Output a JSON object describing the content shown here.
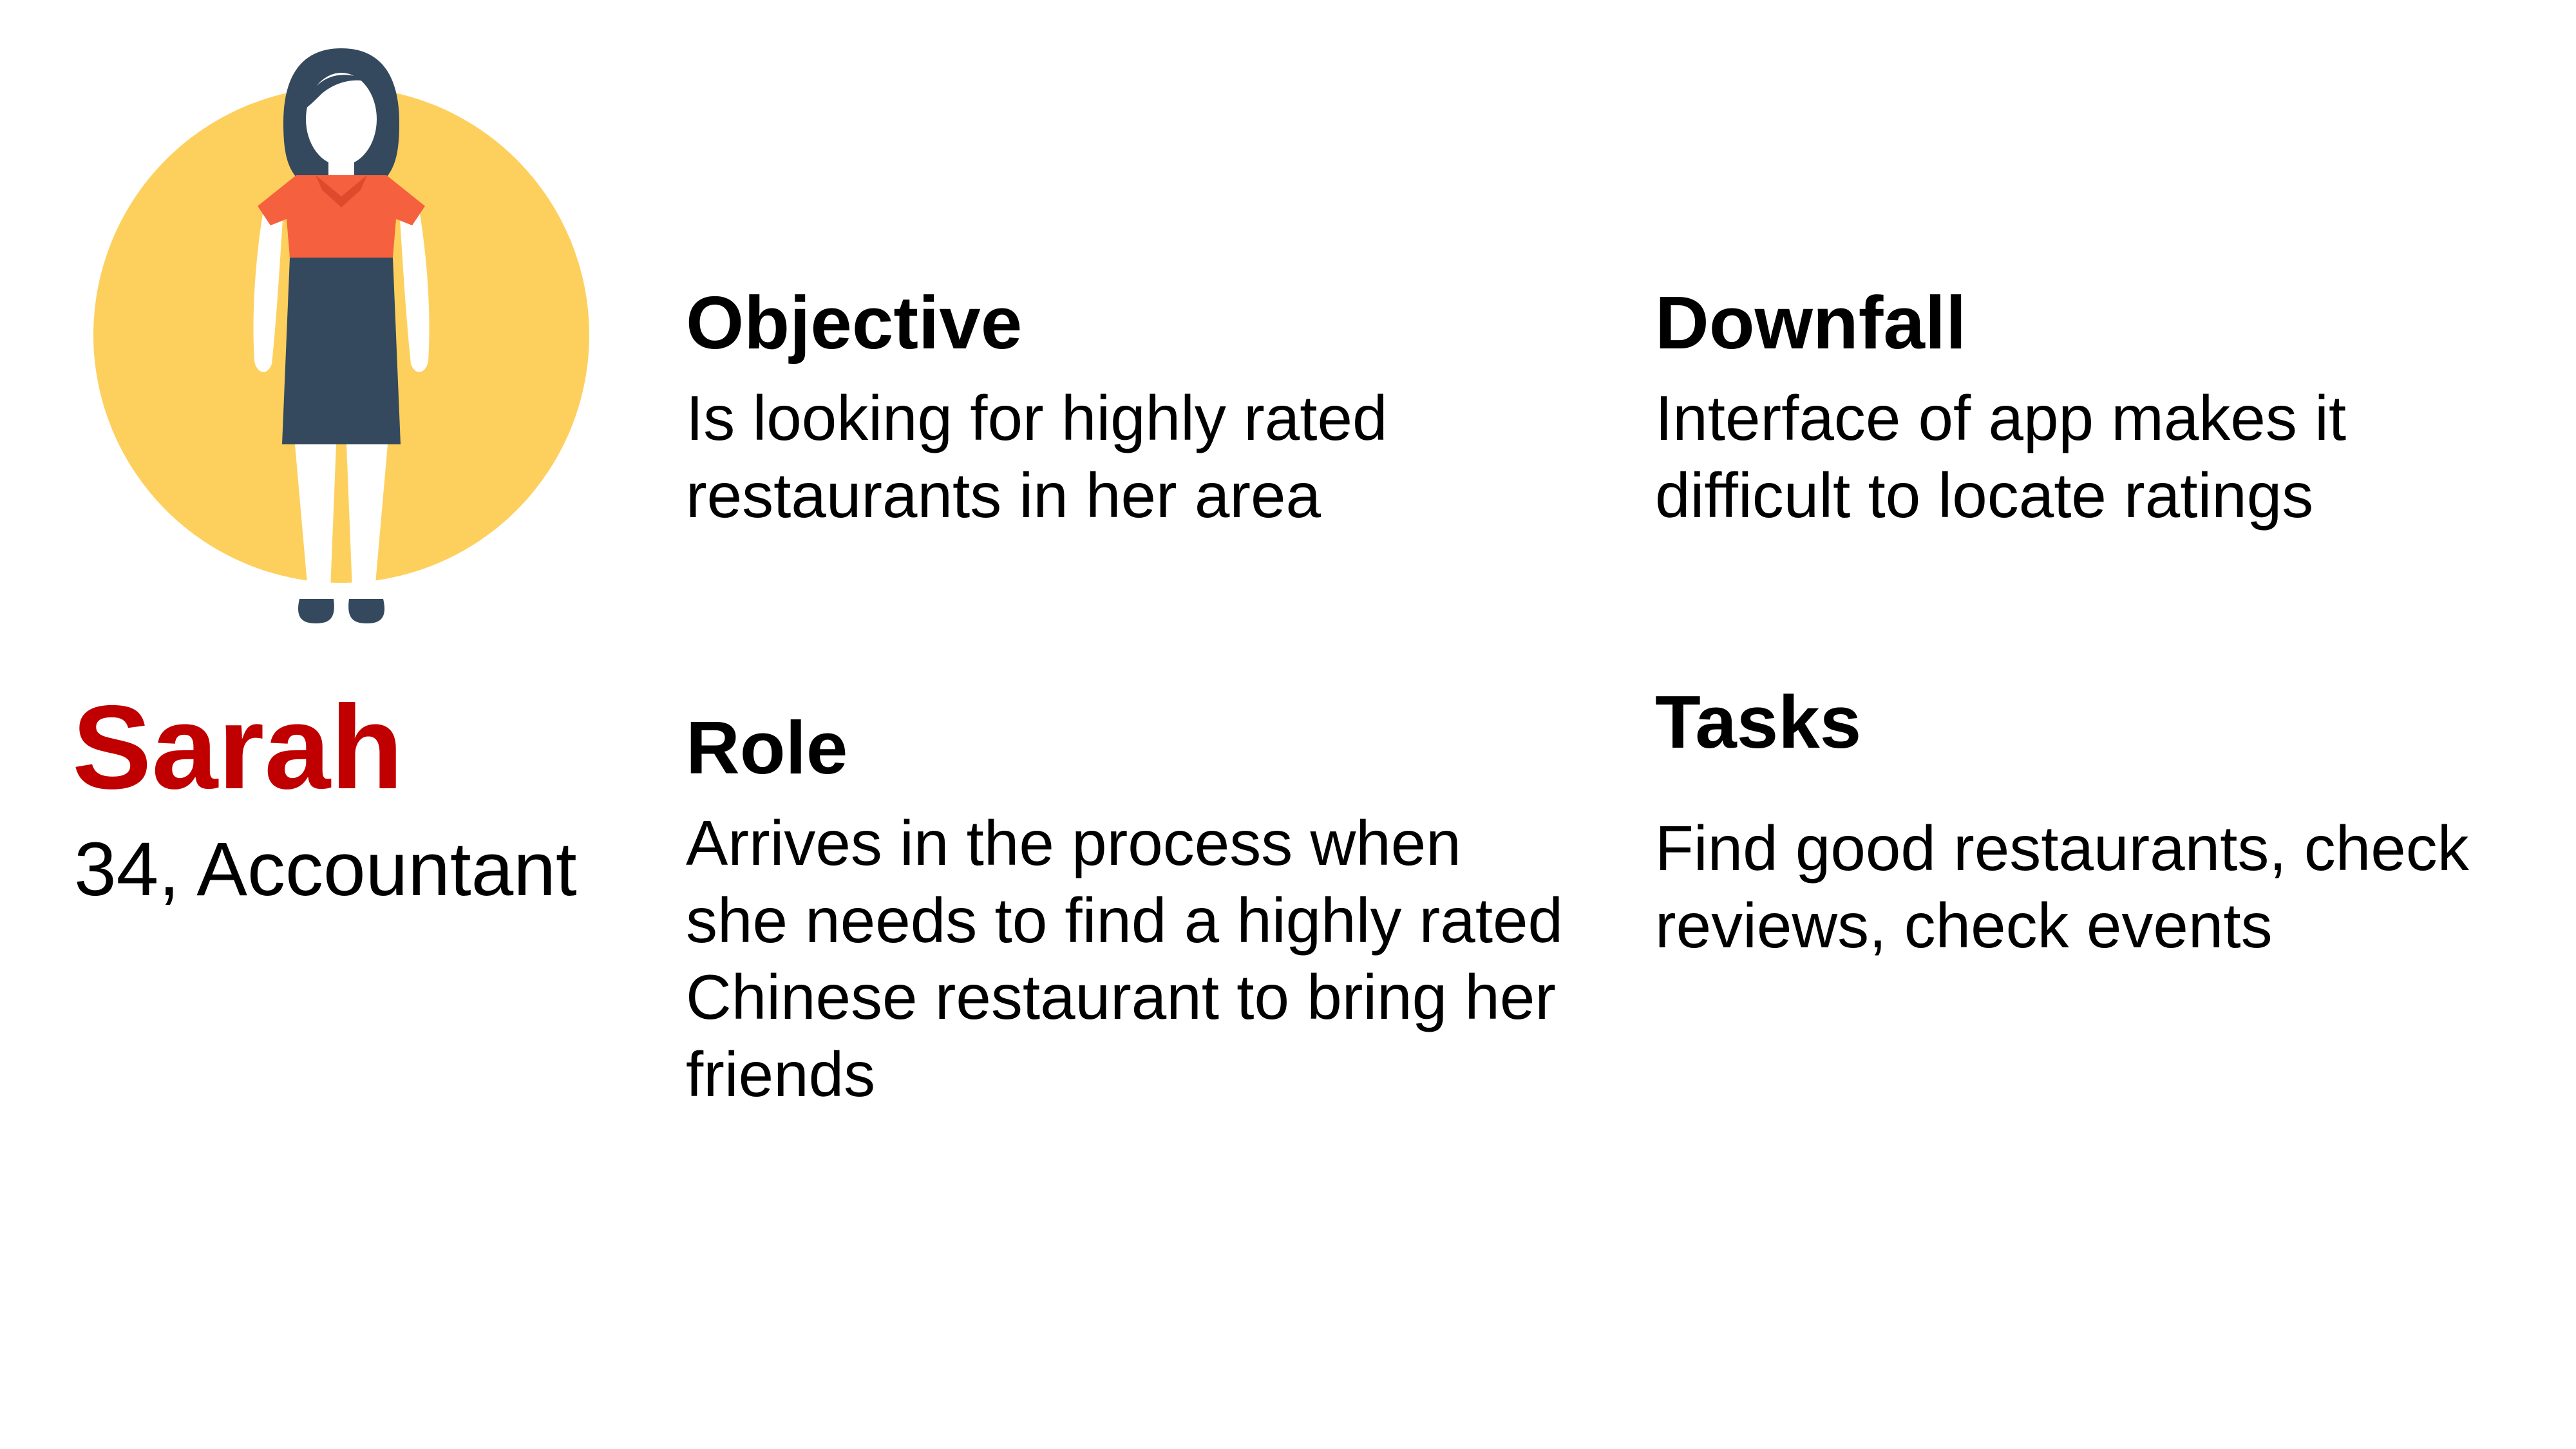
{
  "persona": {
    "name": "Sarah",
    "meta": "34, Accountant",
    "name_color": "#c00000",
    "avatar_icon": "woman-standing-avatar-icon"
  },
  "sections": {
    "objective": {
      "heading": "Objective",
      "body": "Is looking for highly rated restaurants in her area"
    },
    "role": {
      "heading": "Role",
      "body": "Arrives in the process when she needs to find a highly rated Chinese restaurant to bring her friends"
    },
    "downfall": {
      "heading": "Downfall",
      "body": "Interface of app makes it difficult to locate ratings"
    },
    "tasks": {
      "heading": "Tasks",
      "body": "Find good restaurants, check reviews, check events"
    }
  },
  "colors": {
    "circle": "#fdd05e",
    "blouse": "#f5603f",
    "skirt_hair": "#34495e",
    "skin": "#ffffff"
  }
}
